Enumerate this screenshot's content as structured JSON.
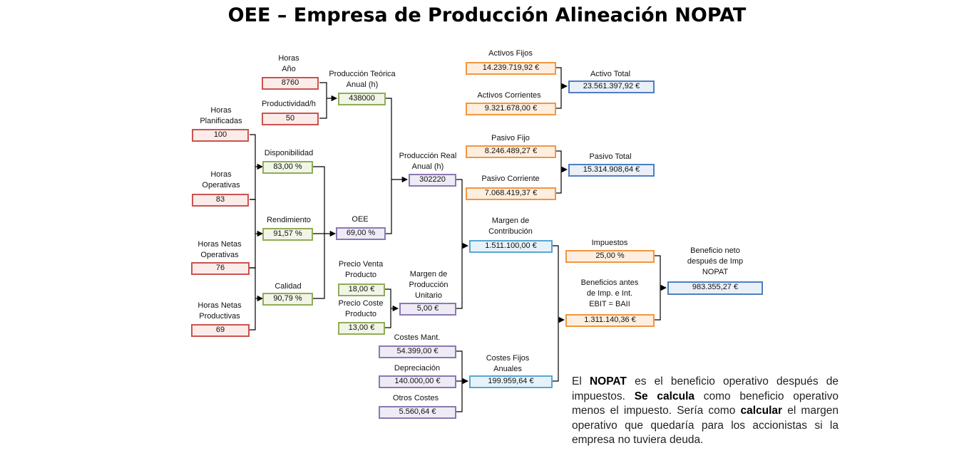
{
  "title": "OEE – Empresa de Producción Alineación NOPAT",
  "colors": {
    "red_node": "#c9544f",
    "green_node": "#8fac57",
    "purple_node": "#8b78b1",
    "orange_node": "#f2963f",
    "blue_node": "#4f7ec1",
    "light_blue_node": "#59a7cf"
  },
  "nodes": {
    "horas_ano": {
      "label": "Horas\nAño",
      "value": "8760"
    },
    "productividad_h": {
      "label": "Productividad/h",
      "value": "50"
    },
    "produccion_teorica": {
      "label": "Producción Teórica\nAnual (h)",
      "value": "438000"
    },
    "horas_planificadas": {
      "label": "Horas\nPlanificadas",
      "value": "100"
    },
    "horas_operativas": {
      "label": "Horas\nOperativas",
      "value": "83"
    },
    "horas_netas_operativas": {
      "label": "Horas Netas\nOperativas",
      "value": "76"
    },
    "horas_netas_productivas": {
      "label": "Horas Netas\nProductivas",
      "value": "69"
    },
    "disponibilidad": {
      "label": "Disponibilidad",
      "value": "83,00 %"
    },
    "rendimiento": {
      "label": "Rendimiento",
      "value": "91,57 %"
    },
    "calidad": {
      "label": "Calidad",
      "value": "90,79 %"
    },
    "oee": {
      "label": "OEE",
      "value": "69,00 %"
    },
    "produccion_real": {
      "label": "Producción Real\nAnual (h)",
      "value": "302220"
    },
    "precio_venta": {
      "label": "Precio Venta\nProducto",
      "value": "18,00 €"
    },
    "precio_coste": {
      "label": "Precio Coste\nProducto",
      "value": "13,00 €"
    },
    "margen_produccion": {
      "label": "Margen de\nProducción\nUnitario",
      "value": "5,00 €"
    },
    "costes_mant": {
      "label": "Costes Mant.",
      "value": "54.399,00 €"
    },
    "depreciacion": {
      "label": "Depreciación",
      "value": "140.000,00 €"
    },
    "otros_costes": {
      "label": "Otros Costes",
      "value": "5.560,64 €"
    },
    "costes_fijos": {
      "label": "Costes Fijos\nAnuales",
      "value": "199.959,64 €"
    },
    "margen_contribucion": {
      "label": "Margen de\nContribución",
      "value": "1.511.100,00 €"
    },
    "activos_fijos": {
      "label": "Activos Fijos",
      "value": "14.239.719,92 €"
    },
    "activos_corrientes": {
      "label": "Activos Corrientes",
      "value": "9.321.678,00 €"
    },
    "activo_total": {
      "label": "Activo Total",
      "value": "23.561.397,92 €"
    },
    "pasivo_fijo": {
      "label": "Pasivo Fijo",
      "value": "8.246.489,27 €"
    },
    "pasivo_corriente": {
      "label": "Pasivo Corriente",
      "value": "7.068.419,37 €"
    },
    "pasivo_total": {
      "label": "Pasivo Total",
      "value": "15.314.908,64 €"
    },
    "impuestos": {
      "label": "Impuestos",
      "value": "25,00 %"
    },
    "beneficios_antes": {
      "label": "Beneficios antes\nde Imp. e Int.\nEBIT = BAII",
      "value": "1.311.140,36 €"
    },
    "beneficio_neto": {
      "label": "Beneficio neto\ndespués de Imp\nNOPAT",
      "value": "983.355,27 €"
    }
  },
  "note": {
    "p1": "El ",
    "b1": "NOPAT",
    "p2": " es el beneficio operativo después de impuestos. ",
    "b2": "Se calcula",
    "p3": " como beneficio operativo menos el impuesto. Sería como ",
    "b3": "calcular",
    "p4": " el margen operativo que quedaría para los accionistas si la empresa no tuviera deuda."
  }
}
